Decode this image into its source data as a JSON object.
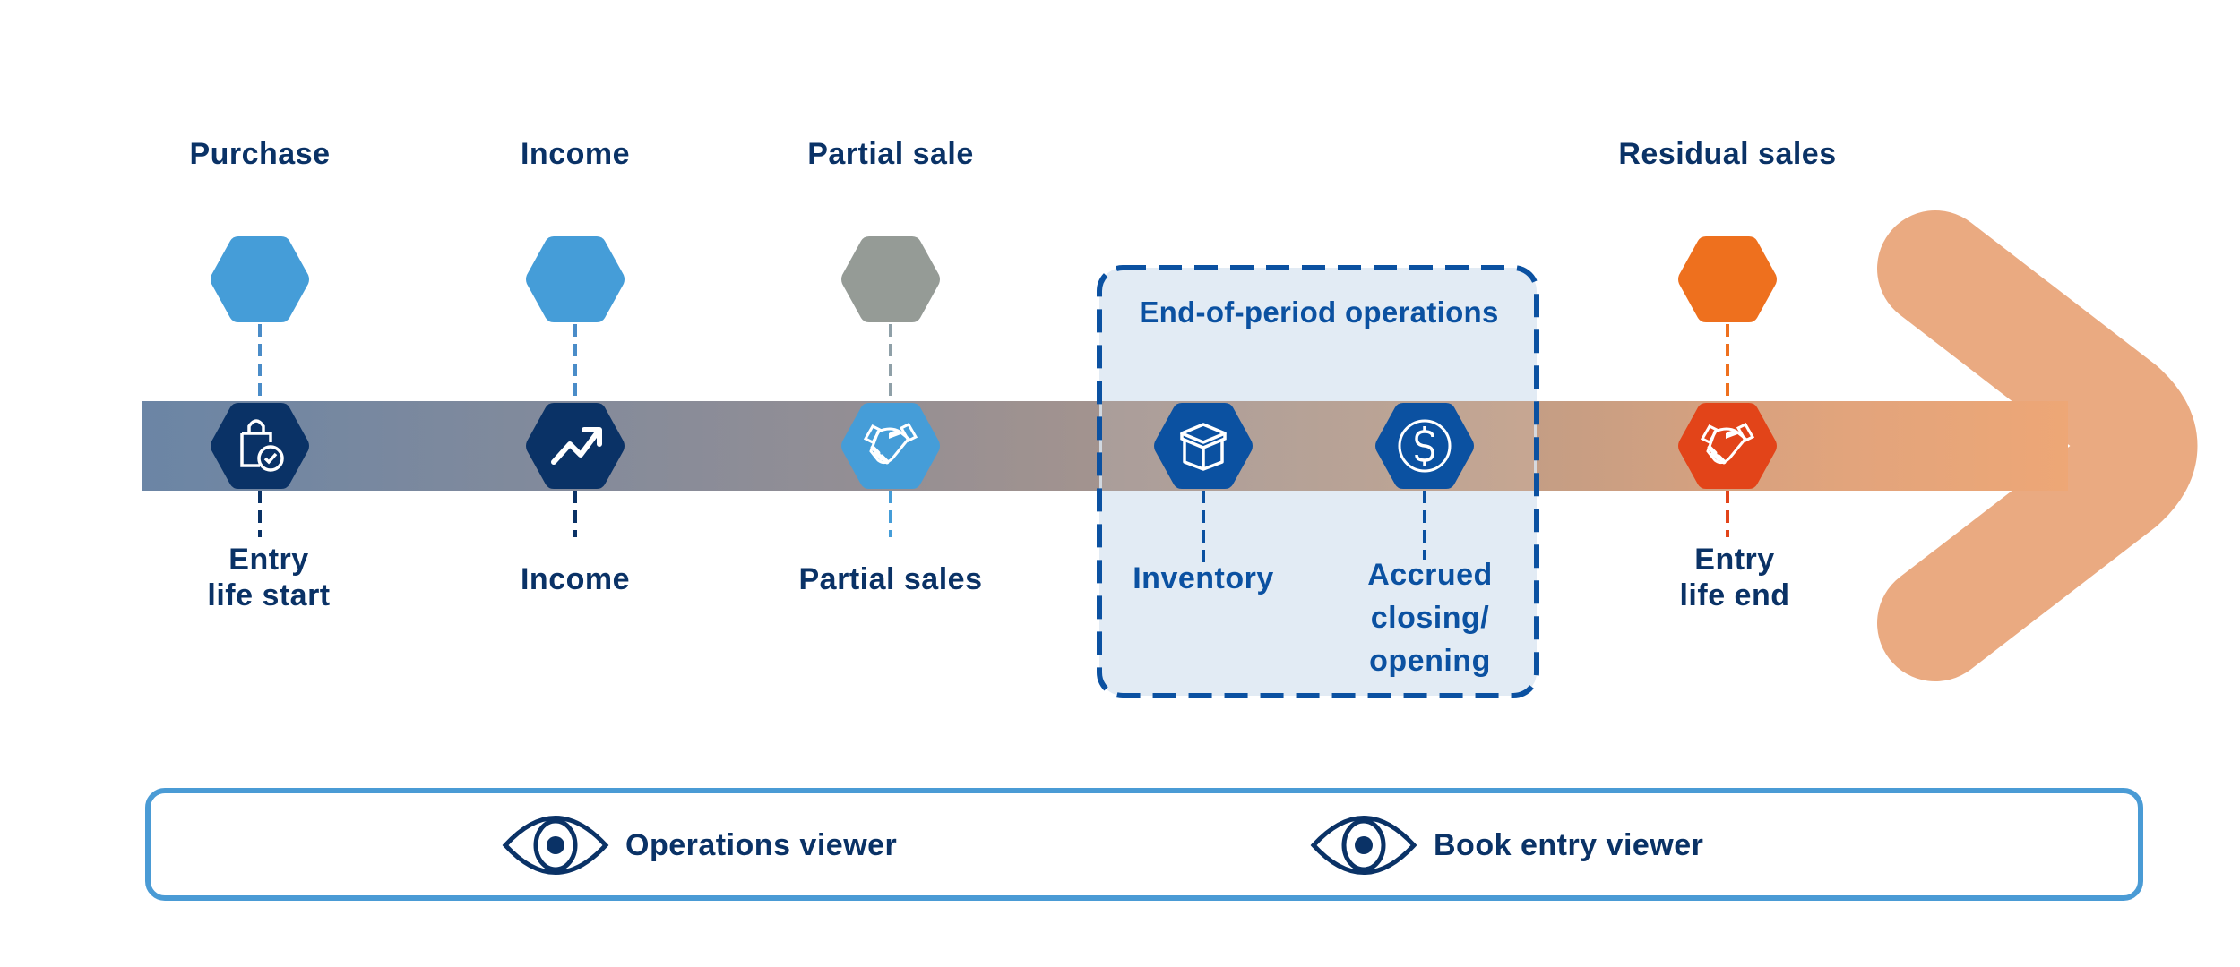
{
  "stages": [
    {
      "header": "Purchase",
      "label": "Entry life start",
      "label_lines": [
        "Entry",
        "life start"
      ],
      "icon": "shopping-bag-check-icon",
      "top_color": "#459dd8",
      "node_color": "#0a3266"
    },
    {
      "header": "Income",
      "label": "Income",
      "label_lines": [
        "Income"
      ],
      "icon": "trend-up-arrow-icon",
      "top_color": "#459dd8",
      "node_color": "#0a3266"
    },
    {
      "header": "Partial sale",
      "label": "Partial sales",
      "label_lines": [
        "Partial sales"
      ],
      "icon": "handshake-icon",
      "top_color": "#959b96",
      "node_color": "#459dd8"
    },
    {
      "header": "Residual sales",
      "label": "Entry life end",
      "label_lines": [
        "Entry",
        "life end"
      ],
      "icon": "handshake-icon",
      "top_color": "#ee701e",
      "node_color": "#e24419"
    }
  ],
  "end_of_period": {
    "title": "End-of-period operations",
    "items": [
      {
        "label": "Inventory",
        "label_lines": [
          "Inventory"
        ],
        "icon": "box-icon",
        "node_color": "#0b51a1"
      },
      {
        "label": "Accrued closing/ opening",
        "label_lines": [
          "Accrued",
          "closing/",
          "opening"
        ],
        "icon": "dollar-coin-icon",
        "node_color": "#0b51a1"
      }
    ]
  },
  "viewers": [
    {
      "label": "Operations viewer",
      "icon": "eye-icon"
    },
    {
      "label": "Book entry viewer",
      "icon": "eye-icon"
    }
  ],
  "colors": {
    "text_dark": "#0a3266",
    "text_blue": "#0b51a1",
    "band_start": "#6b85a5",
    "band_end": "#f2a874",
    "box_fill": "#dce6f2",
    "box_border": "#0b51a1",
    "viewer_border": "#4a9bd5"
  }
}
